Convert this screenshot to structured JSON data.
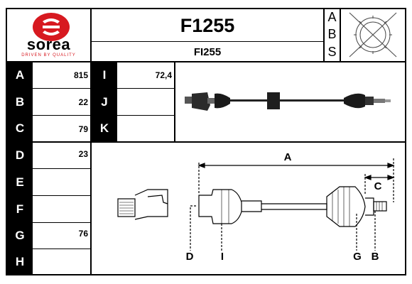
{
  "brand": {
    "name": "sorea",
    "tagline": "DRIVEN BY QUALITY",
    "color": "#d71920"
  },
  "header": {
    "part_number": "F1255",
    "sub_code": "FI255",
    "abs_letters": [
      "A",
      "B",
      "S"
    ]
  },
  "specs": [
    {
      "label": "A",
      "value": "815"
    },
    {
      "label": "B",
      "value": "22"
    },
    {
      "label": "C",
      "value": "79"
    },
    {
      "label": "D",
      "value": "23"
    },
    {
      "label": "E",
      "value": ""
    },
    {
      "label": "F",
      "value": ""
    },
    {
      "label": "G",
      "value": "76"
    },
    {
      "label": "H",
      "value": ""
    }
  ],
  "specs2": [
    {
      "label": "I",
      "value": "72,4"
    },
    {
      "label": "J",
      "value": ""
    },
    {
      "label": "K",
      "value": ""
    }
  ],
  "diagram_labels": {
    "A": "A",
    "C": "C",
    "D": "D",
    "I": "I",
    "G": "G",
    "B": "B"
  }
}
